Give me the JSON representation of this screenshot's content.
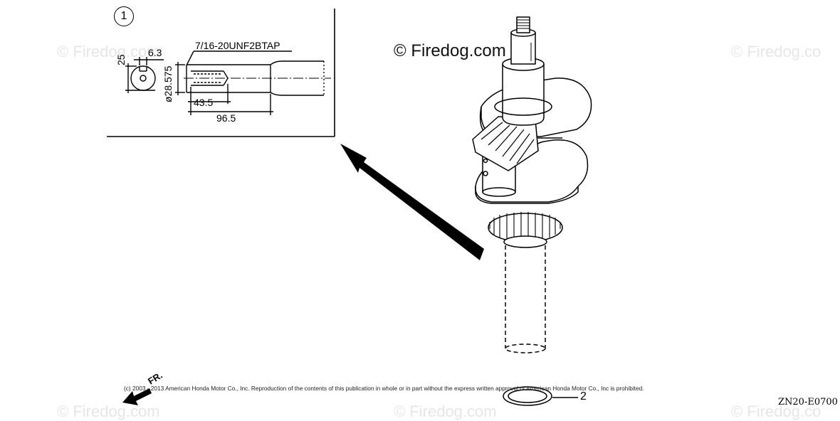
{
  "watermarks": {
    "main": "© Firedog.com",
    "faded_top_left": "© Firedog.com",
    "faded_top_right": "© Firedog.co",
    "faded_bottom_left": "© Firedog.com",
    "faded_bottom_mid": "© Firedog.com",
    "faded_bottom_right": "© Firedog.co"
  },
  "detail_view": {
    "callout_number": "1",
    "thread_spec": "7/16-20UNF2BTAP",
    "dim_key_width": "6.3",
    "dim_height": "25",
    "dim_diameter": "ø28.575",
    "dim_tap_depth": "43.5",
    "dim_length": "96.5"
  },
  "parts": {
    "washer_number": "2"
  },
  "direction_label": "FR.",
  "copyright": "(c) 2003 - 2013 American Honda Motor Co., Inc. Reproduction of the contents of this publication in whole or in part without the express written approval of American Honda Motor Co., Inc is prohibited.",
  "reference_code": "ZN20-E0700"
}
